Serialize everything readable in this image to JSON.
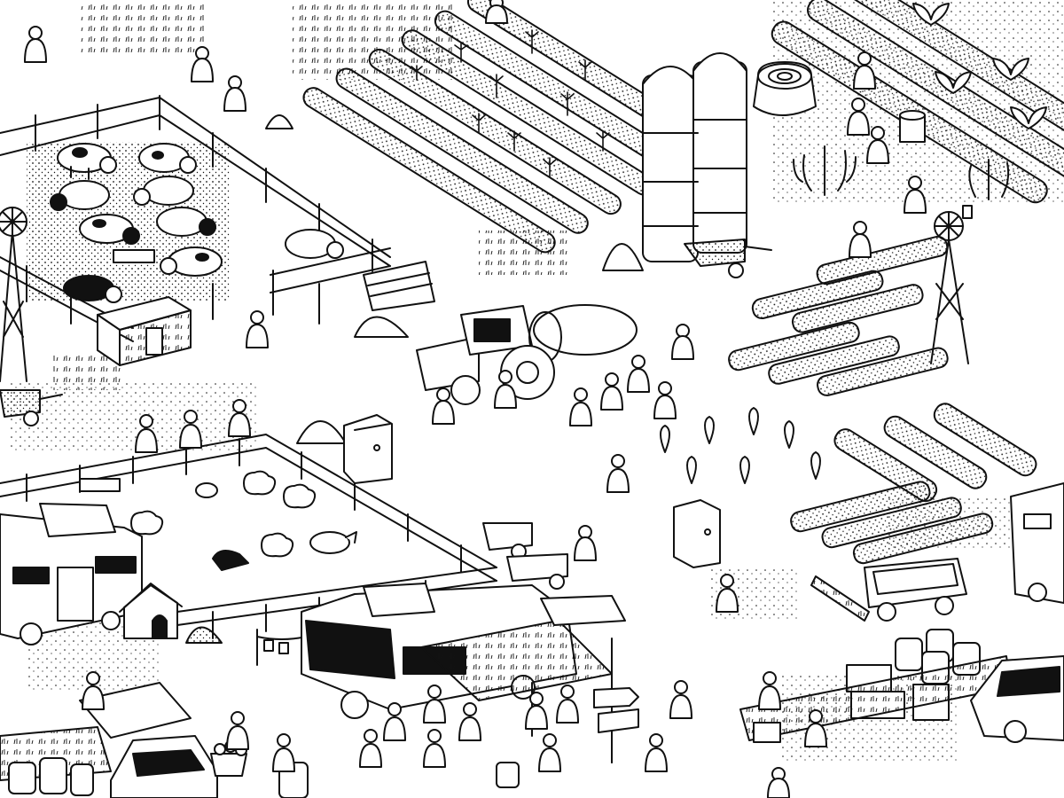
{
  "game": {
    "style": "black-and-white isometric hand-drawn farm scene",
    "colors": {
      "ink": "#111111",
      "paper": "#ffffff"
    },
    "scene_elements": [
      "cattle-pen",
      "cows",
      "windmill",
      "shed",
      "log-pile",
      "grain-silos",
      "tree-stump",
      "tractor-with-tank",
      "crop-rows",
      "vegetable-beds",
      "outhouse",
      "sheep-pen",
      "pig",
      "caravans",
      "doghouse",
      "camper-van",
      "market-awning",
      "signpost",
      "hay-trailer",
      "barrel-stack",
      "cars",
      "farmers"
    ]
  }
}
